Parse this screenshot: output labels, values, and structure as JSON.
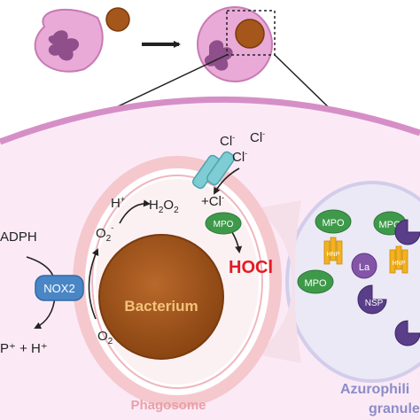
{
  "labels": {
    "cl_ion": "Cl",
    "charge_minus": "-",
    "h_ion": "H",
    "charge_plus": "+",
    "h2o2": "H",
    "h2o2_sub_2": "2",
    "h2o2_o": "O",
    "plus_cl": "+Cl",
    "o2_minus": "O",
    "o2_sub_2": "2",
    "o2": "O",
    "nadph": "ADPH",
    "nadp_products": "P⁺ + H⁺",
    "nox2": "NOX2",
    "mpo": "MPO",
    "hocl": "HOCl",
    "bacterium": "Bacterium",
    "phagosome": "Phagosome",
    "hnp": "HNP",
    "la": "La",
    "nsp": "NSP",
    "granule_line1": "Azurophili",
    "granule_line2": "granule"
  },
  "colors": {
    "cell_fill": "#e9aad8",
    "cell_stroke": "#c87ab4",
    "nucleus": "#8e4f8a",
    "bacterium_fill": "#a5561a",
    "bacterium_dark": "#7a3b0d",
    "membrane_band": "#f5c8ce",
    "phagosome_text": "#e8a0a8",
    "granule_text": "#8c8cc8",
    "nox2_fill": "#4a86c5",
    "mpo_fill": "#3e9a4a",
    "hocl_text": "#e31b23",
    "hnp_fill": "#f3b21e",
    "la_fill": "#8355a8",
    "nsp_fill": "#5a3e8a",
    "channel_fill": "#7ecdd5",
    "arrow": "#222222"
  }
}
